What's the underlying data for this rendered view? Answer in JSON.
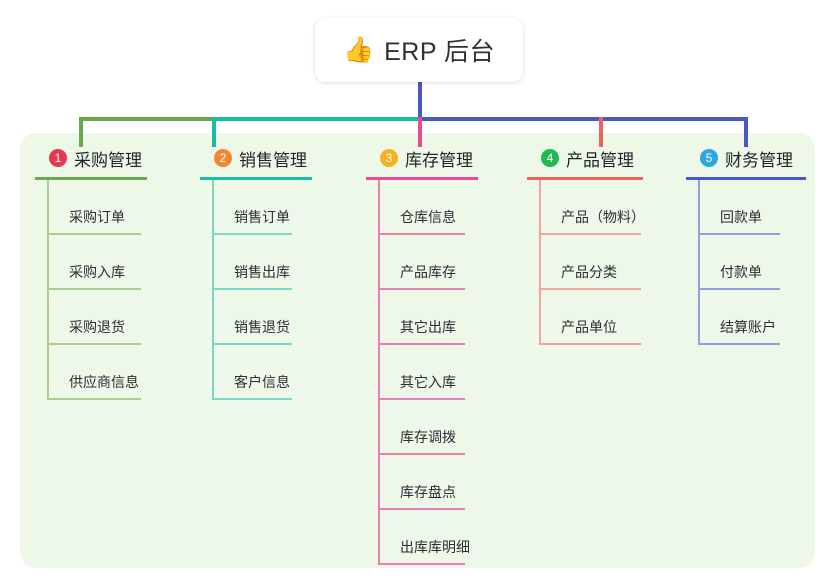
{
  "root": {
    "icon": "thumbs-up-icon",
    "icon_glyph": "👍",
    "title": "ERP 后台"
  },
  "palette": {
    "panel_bg": "#eef8e9",
    "page_bg": "#ffffff",
    "text": "#22252b",
    "green": "#6aa84f",
    "teal": "#16bfa0",
    "pink": "#e84a96",
    "red": "#f0615f",
    "blue": "#4a59c4"
  },
  "columns": [
    {
      "number": "1",
      "title": "采购管理",
      "badge_color": "#e8384f",
      "line_color": "#6aa84f",
      "leaf_line_color": "#a9cf8e",
      "items": [
        {
          "label": "采购订单"
        },
        {
          "label": "采购入库"
        },
        {
          "label": "采购退货"
        },
        {
          "label": "供应商信息"
        }
      ]
    },
    {
      "number": "2",
      "title": "销售管理",
      "badge_color": "#f2862f",
      "line_color": "#16bfa0",
      "leaf_line_color": "#7fd6c4",
      "items": [
        {
          "label": "销售订单"
        },
        {
          "label": "销售出库"
        },
        {
          "label": "销售退货"
        },
        {
          "label": "客户信息"
        }
      ]
    },
    {
      "number": "3",
      "title": "库存管理",
      "badge_color": "#f5b323",
      "line_color": "#e84a96",
      "leaf_line_color": "#e87fb5",
      "items": [
        {
          "label": "仓库信息"
        },
        {
          "label": "产品库存"
        },
        {
          "label": "其它出库"
        },
        {
          "label": "其它入库"
        },
        {
          "label": "库存调拨"
        },
        {
          "label": "库存盘点"
        },
        {
          "label": "出库库明细"
        }
      ]
    },
    {
      "number": "4",
      "title": "产品管理",
      "badge_color": "#21ba52",
      "line_color": "#f0615f",
      "leaf_line_color": "#f5a3a1",
      "items": [
        {
          "label": "产品（物料）"
        },
        {
          "label": "产品分类"
        },
        {
          "label": "产品单位"
        }
      ]
    },
    {
      "number": "5",
      "title": "财务管理",
      "badge_color": "#2ba6e0",
      "line_color": "#4a59c4",
      "leaf_line_color": "#92a0dd",
      "items": [
        {
          "label": "回款单"
        },
        {
          "label": "付款单"
        },
        {
          "label": "结算账户"
        }
      ]
    }
  ]
}
